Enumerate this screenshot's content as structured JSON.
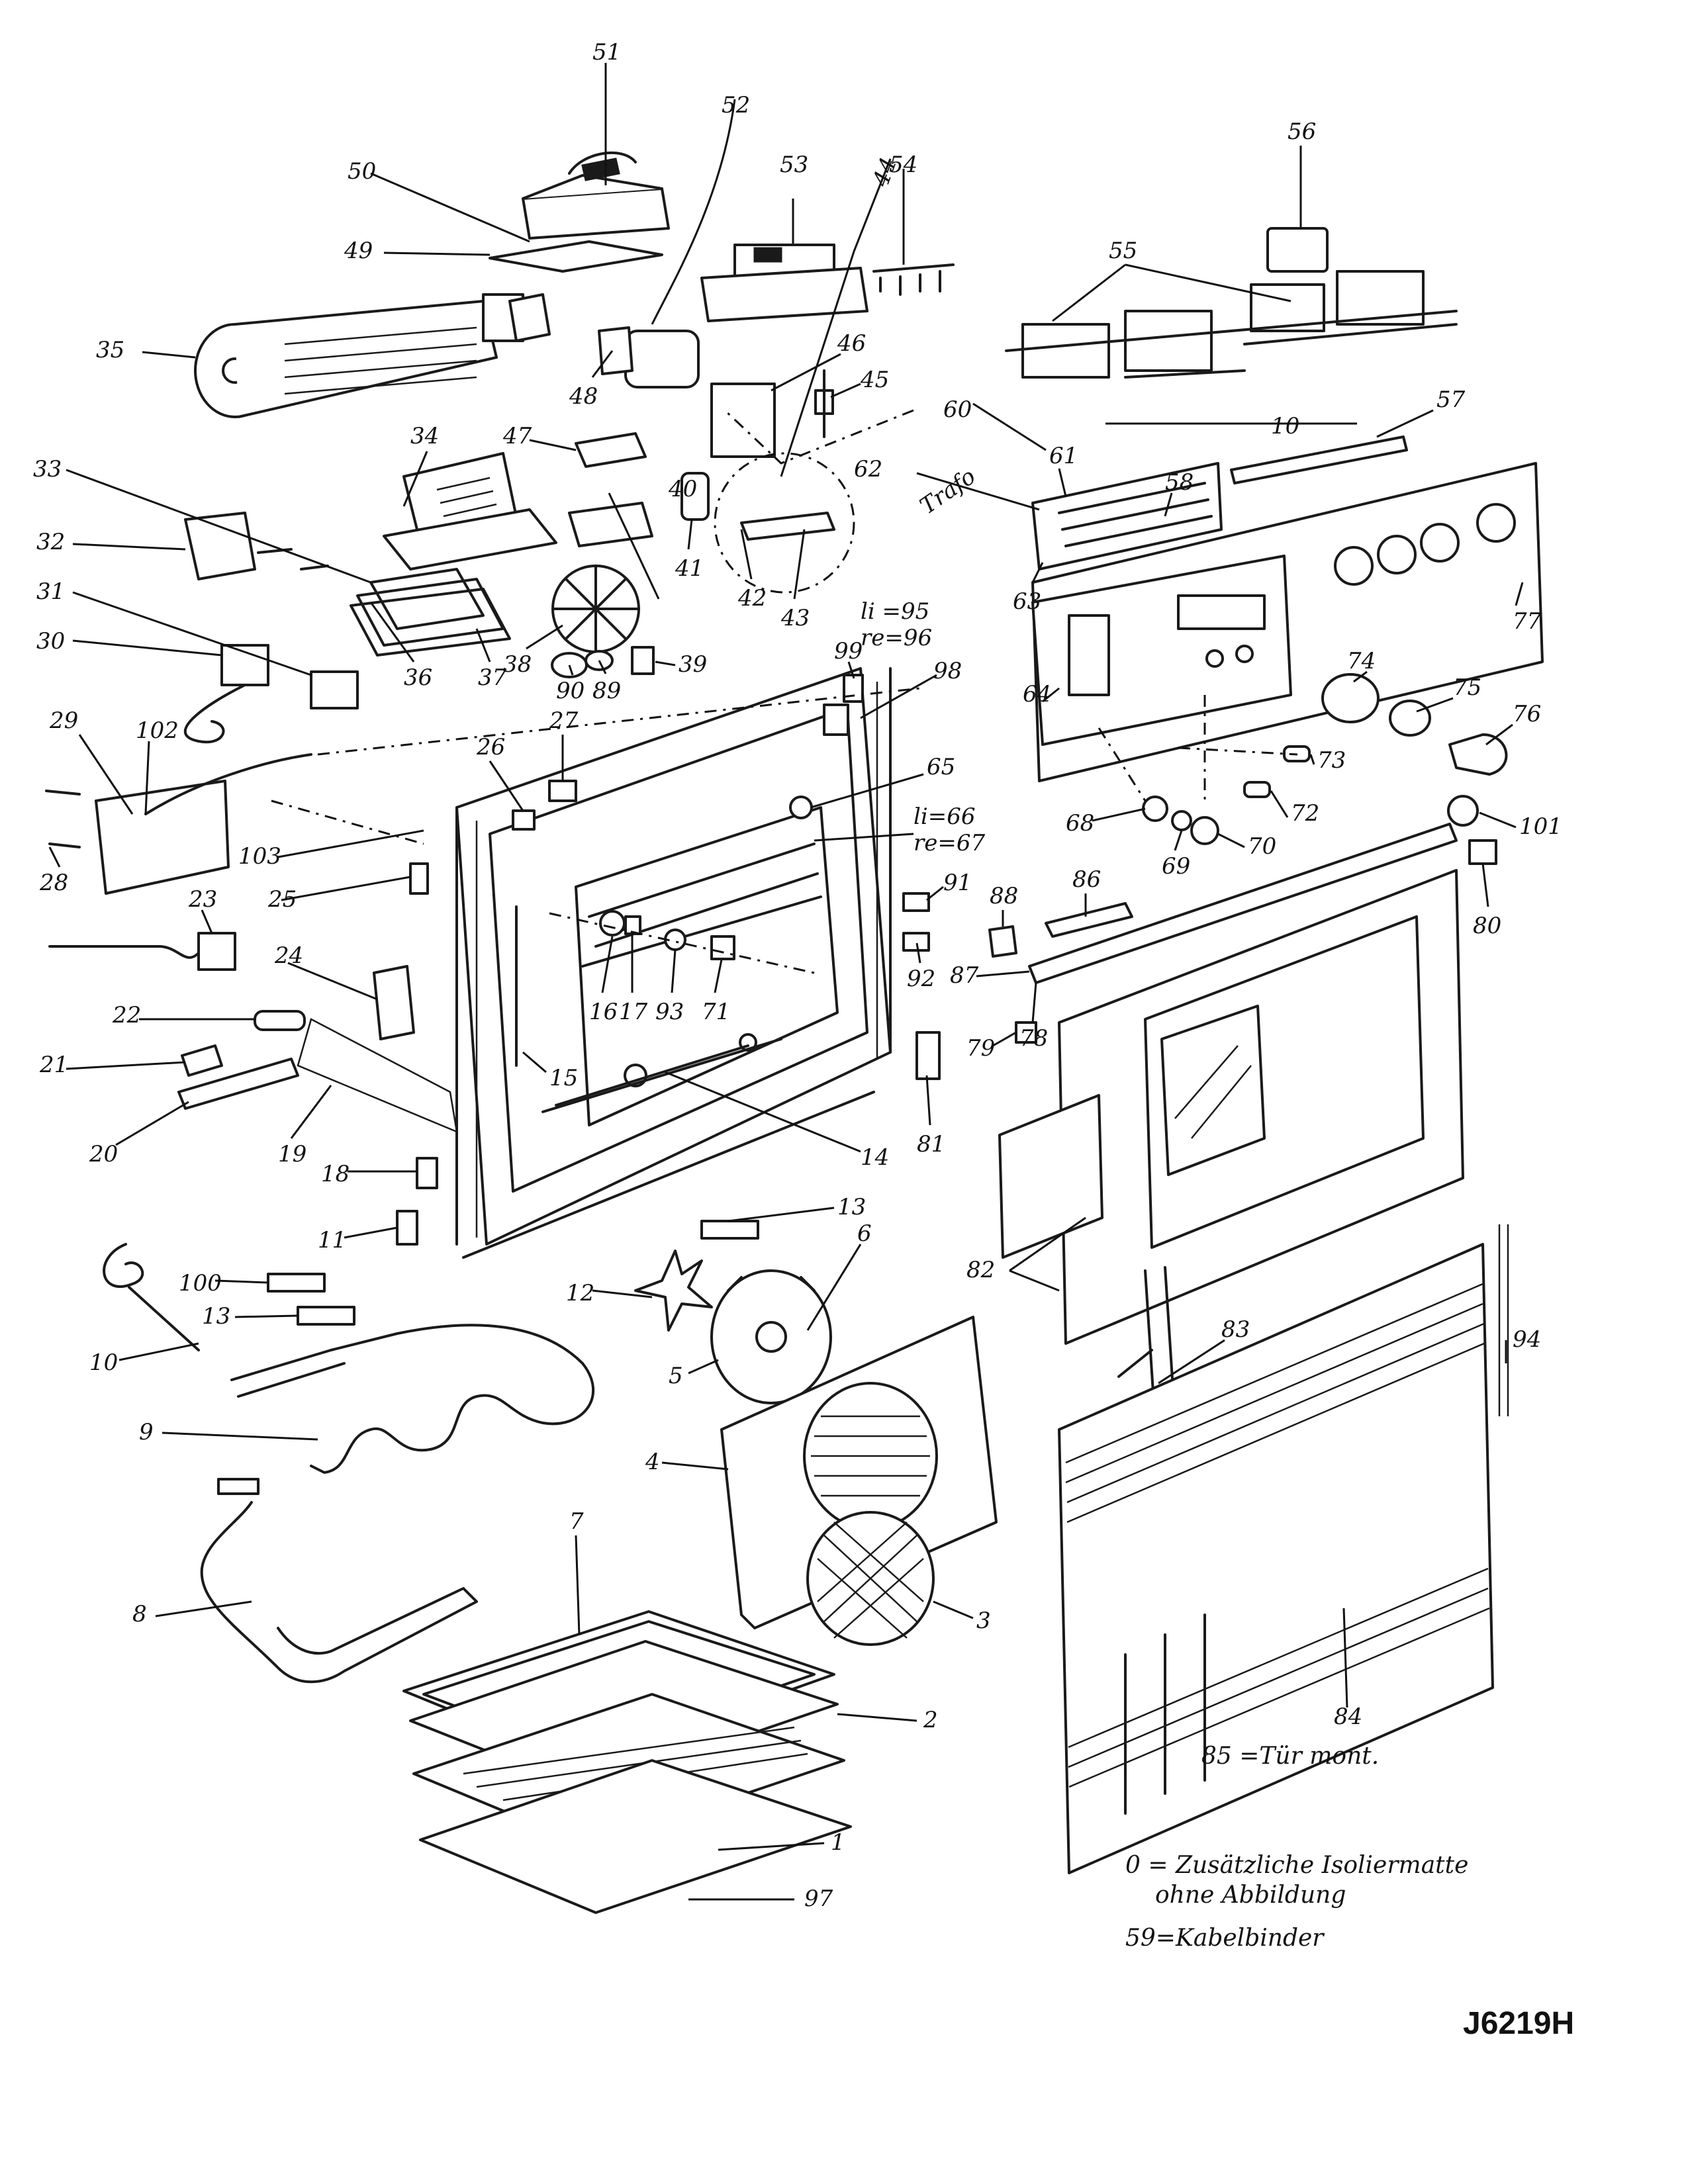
{
  "callouts": [
    {
      "n": "51"
    },
    {
      "n": "52"
    },
    {
      "n": "50"
    },
    {
      "n": "53"
    },
    {
      "n": "54"
    },
    {
      "n": "56"
    },
    {
      "n": "49"
    },
    {
      "n": "55"
    },
    {
      "n": "44"
    },
    {
      "n": "35"
    },
    {
      "n": "46"
    },
    {
      "n": "45"
    },
    {
      "n": "48"
    },
    {
      "n": "57"
    },
    {
      "n": "60"
    },
    {
      "n": "10"
    },
    {
      "n": "34"
    },
    {
      "n": "47"
    },
    {
      "n": "62"
    },
    {
      "n": "61"
    },
    {
      "n": "58"
    },
    {
      "n": "33"
    },
    {
      "n": "Trafo"
    },
    {
      "n": "32"
    },
    {
      "n": "41"
    },
    {
      "n": "42"
    },
    {
      "n": "43"
    },
    {
      "n": "63"
    },
    {
      "n": "40"
    },
    {
      "n": "77"
    },
    {
      "n": "31"
    },
    {
      "n": "36"
    },
    {
      "n": "37"
    },
    {
      "n": "38"
    },
    {
      "n": "li =95"
    },
    {
      "n": "re=96"
    },
    {
      "n": "30"
    },
    {
      "n": "90"
    },
    {
      "n": "89"
    },
    {
      "n": "39"
    },
    {
      "n": "99"
    },
    {
      "n": "98"
    },
    {
      "n": "64"
    },
    {
      "n": "74"
    },
    {
      "n": "75"
    },
    {
      "n": "76"
    },
    {
      "n": "102"
    },
    {
      "n": "29"
    },
    {
      "n": "27"
    },
    {
      "n": "26"
    },
    {
      "n": "65"
    },
    {
      "n": "73"
    },
    {
      "n": "li=66"
    },
    {
      "n": "re=67"
    },
    {
      "n": "72"
    },
    {
      "n": "68"
    },
    {
      "n": "101"
    },
    {
      "n": "28"
    },
    {
      "n": "103"
    },
    {
      "n": "69"
    },
    {
      "n": "70"
    },
    {
      "n": "25"
    },
    {
      "n": "88"
    },
    {
      "n": "86"
    },
    {
      "n": "80"
    },
    {
      "n": "91"
    },
    {
      "n": "23"
    },
    {
      "n": "24"
    },
    {
      "n": "16"
    },
    {
      "n": "17"
    },
    {
      "n": "93"
    },
    {
      "n": "71"
    },
    {
      "n": "92"
    },
    {
      "n": "87"
    },
    {
      "n": "78"
    },
    {
      "n": "22"
    },
    {
      "n": "79"
    },
    {
      "n": "21"
    },
    {
      "n": "15"
    },
    {
      "n": "14"
    },
    {
      "n": "81"
    },
    {
      "n": "20"
    },
    {
      "n": "19"
    },
    {
      "n": "18"
    },
    {
      "n": "13"
    },
    {
      "n": "11"
    },
    {
      "n": "6"
    },
    {
      "n": "82"
    },
    {
      "n": "100"
    },
    {
      "n": "12"
    },
    {
      "n": "13"
    },
    {
      "n": "83"
    },
    {
      "n": "94"
    },
    {
      "n": "10"
    },
    {
      "n": "5"
    },
    {
      "n": "9"
    },
    {
      "n": "4"
    },
    {
      "n": "7"
    },
    {
      "n": "8"
    },
    {
      "n": "3"
    },
    {
      "n": "84"
    },
    {
      "n": "2"
    },
    {
      "n": "1"
    },
    {
      "n": "97"
    }
  ],
  "legend": {
    "door": "85 =Tür mont.",
    "note_line1": "0 = Zusätzliche Isoliermatte",
    "note_line2": "ohne Abbildung",
    "cable_tie": "59=Kabelbinder"
  },
  "drawing_code": "J6219H"
}
